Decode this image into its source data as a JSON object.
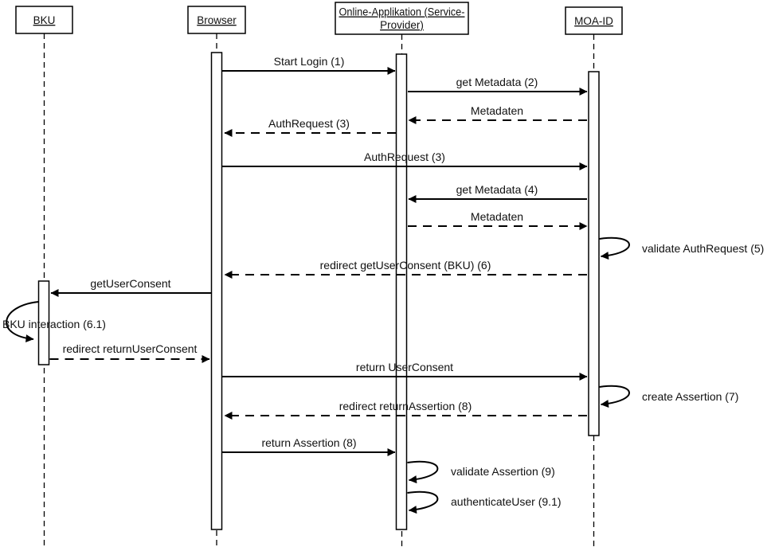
{
  "diagram": {
    "type": "uml-sequence",
    "background": "#ffffff",
    "line_color": "#000000",
    "actors": [
      {
        "id": "bku",
        "name": "BKU"
      },
      {
        "id": "browser",
        "name": "Browser"
      },
      {
        "id": "online-app",
        "name": "Online-Applikation (Service-Provider)",
        "name_line1": "Online-Applikation (Service-",
        "name_line2": "Provider)"
      },
      {
        "id": "moa-id",
        "name": "MOA-ID"
      }
    ],
    "messages": [
      {
        "n": 1,
        "label": "Start Login (1)",
        "from": "browser",
        "to": "online-app",
        "line": "solid"
      },
      {
        "n": 2,
        "label": "get Metadata (2)",
        "from": "online-app",
        "to": "moa-id",
        "line": "solid"
      },
      {
        "n": 3,
        "label": "Metadaten",
        "from": "moa-id",
        "to": "online-app",
        "line": "dashed"
      },
      {
        "n": 4,
        "label": "AuthRequest (3)",
        "from": "online-app",
        "to": "browser",
        "line": "dashed"
      },
      {
        "n": 5,
        "label": "AuthRequest (3)",
        "from": "browser",
        "to": "moa-id",
        "line": "solid"
      },
      {
        "n": 6,
        "label": "get Metadata (4)",
        "from": "moa-id",
        "to": "online-app",
        "line": "solid"
      },
      {
        "n": 7,
        "label": "Metadaten",
        "from": "online-app",
        "to": "moa-id",
        "line": "dashed"
      },
      {
        "n": 8,
        "label": "validate AuthRequest (5)",
        "from": "moa-id",
        "to": "moa-id",
        "line": "self"
      },
      {
        "n": 9,
        "label": "redirect getUserConsent (BKU) (6)",
        "from": "moa-id",
        "to": "browser",
        "line": "dashed"
      },
      {
        "n": 10,
        "label": "getUserConsent",
        "from": "browser",
        "to": "bku",
        "line": "solid"
      },
      {
        "n": 11,
        "label": "BKU interaction (6.1)",
        "from": "bku",
        "to": "bku",
        "line": "self"
      },
      {
        "n": 12,
        "label": "redirect returnUserConsent",
        "from": "bku",
        "to": "browser",
        "line": "dashed"
      },
      {
        "n": 13,
        "label": "return UserConsent",
        "from": "browser",
        "to": "moa-id",
        "line": "solid"
      },
      {
        "n": 14,
        "label": "create Assertion (7)",
        "from": "moa-id",
        "to": "moa-id",
        "line": "self"
      },
      {
        "n": 15,
        "label": "redirect returnAssertion (8)",
        "from": "moa-id",
        "to": "browser",
        "line": "dashed"
      },
      {
        "n": 16,
        "label": "return Assertion (8)",
        "from": "browser",
        "to": "online-app",
        "line": "solid"
      },
      {
        "n": 17,
        "label": "validate Assertion (9)",
        "from": "online-app",
        "to": "online-app",
        "line": "self"
      },
      {
        "n": 18,
        "label": "authenticateUser (9.1)",
        "from": "online-app",
        "to": "online-app",
        "line": "self"
      }
    ]
  }
}
